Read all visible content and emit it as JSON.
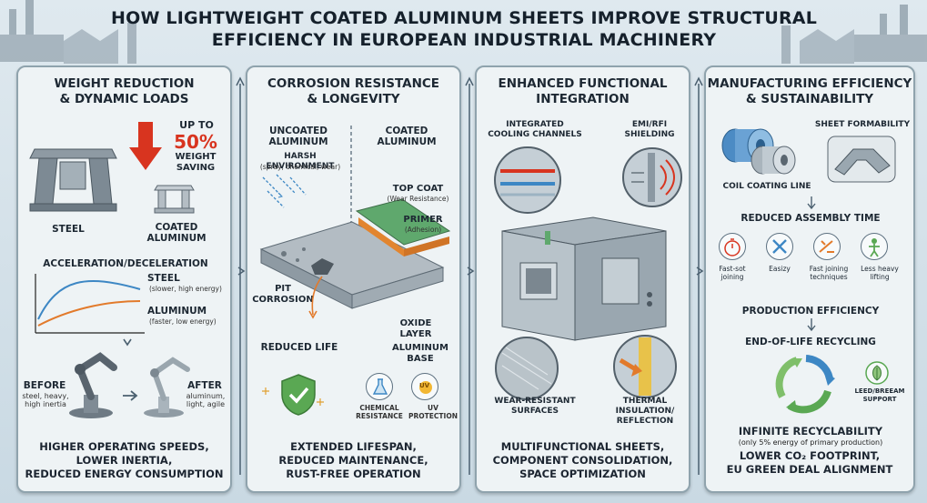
{
  "title": {
    "line1": "HOW LIGHTWEIGHT COATED ALUMINUM SHEETS IMPROVE STRUCTURAL",
    "line2": "EFFICIENCY IN EUROPEAN INDUSTRIAL MACHINERY"
  },
  "panel1": {
    "title_line1": "WEIGHT REDUCTION",
    "title_line2": "& DYNAMIC LOADS",
    "up_to": "UP TO",
    "percent": "50%",
    "saving_line1": "WEIGHT",
    "saving_line2": "SAVING",
    "steel": "STEEL",
    "coated_line1": "COATED",
    "coated_line2": "ALUMINUM",
    "chart_title": "ACCELERATION/DECELERATION",
    "steel_curve": "STEEL",
    "steel_note": "(slower, high energy)",
    "alu_curve": "ALUMINUM",
    "alu_note": "(faster, low energy)",
    "before": "BEFORE",
    "before_note_line1": "steel, heavy,",
    "before_note_line2": "high inertia",
    "after": "AFTER",
    "after_note_line1": "aluminum,",
    "after_note_line2": "light, agile",
    "bottom_line1": "HIGHER OPERATING SPEEDS,",
    "bottom_line2": "LOWER INERTIA,",
    "bottom_line3": "REDUCED ENERGY CONSUMPTION"
  },
  "panel2": {
    "title_line1": "CORROSION RESISTANCE",
    "title_line2": "& LONGEVITY",
    "uncoated_line1": "UNCOATED",
    "uncoated_line2": "ALUMINUM",
    "coated_line1": "COATED",
    "coated_line2": "ALUMINUM",
    "harsh": "HARSH ENVIRONMENT",
    "harsh_note": "(spray, chemical, wear)",
    "top_coat": "TOP COAT",
    "top_coat_note": "(Wear Resistance)",
    "primer": "PRIMER",
    "primer_note": "(Adhesion)",
    "pit_line1": "PIT",
    "pit_line2": "CORROSION",
    "oxide_line1": "OXIDE",
    "oxide_line2": "LAYER",
    "base_line1": "ALUMINUM",
    "base_line2": "BASE",
    "reduced_life": "REDUCED LIFE",
    "chem_line1": "CHEMICAL",
    "chem_line2": "RESISTANCE",
    "uv_line1": "UV",
    "uv_line2": "PROTECTION",
    "uv_icon_text": "UV",
    "bottom_line1": "EXTENDED LIFESPAN,",
    "bottom_line2": "REDUCED MAINTENANCE,",
    "bottom_line3": "RUST-FREE OPERATION"
  },
  "panel3": {
    "title_line1": "ENHANCED FUNCTIONAL",
    "title_line2": "INTEGRATION",
    "cooling_line1": "INTEGRATED",
    "cooling_line2": "COOLING CHANNELS",
    "emi_line1": "EMI/RFI",
    "emi_line2": "SHIELDING",
    "wear_line1": "WEAR-RESISTANT",
    "wear_line2": "SURFACES",
    "thermal_line1": "THERMAL",
    "thermal_line2": "INSULATION/",
    "thermal_line3": "REFLECTION",
    "bottom_line1": "MULTIFUNCTIONAL SHEETS,",
    "bottom_line2": "COMPONENT CONSOLIDATION,",
    "bottom_line3": "SPACE OPTIMIZATION"
  },
  "panel4": {
    "title_line1": "MANUFACTURING EFFICIENCY",
    "title_line2": "& SUSTAINABILITY",
    "formability": "SHEET FORMABILITY",
    "coil": "COIL COATING LINE",
    "assembly": "REDUCED ASSEMBLY TIME",
    "icons": [
      {
        "label_line1": "Fast-sot",
        "label_line2": "joining"
      },
      {
        "label_line1": "Easizy",
        "label_line2": ""
      },
      {
        "label_line1": "Fast joining",
        "label_line2": "techniques"
      },
      {
        "label_line1": "Less heavy",
        "label_line2": "lifting"
      }
    ],
    "production": "PRODUCTION EFFICIENCY",
    "recycling": "END-OF-LIFE RECYCLING",
    "leed_line1": "LEED/BREEAM",
    "leed_line2": "SUPPORT",
    "infinite": "INFINITE RECYCLABILITY",
    "infinite_note": "(only 5% energy of primary production)",
    "bottom_line1": "LOWER CO₂ FOOTPRINT,",
    "bottom_line2": "EU GREEN DEAL ALIGNMENT"
  },
  "colors": {
    "panel_bg": "#eef3f5",
    "border": "#8fa3ad",
    "accent_red": "#d8341f",
    "accent_blue": "#3d87c4",
    "accent_green": "#5aa853",
    "accent_orange": "#e27a2b"
  }
}
